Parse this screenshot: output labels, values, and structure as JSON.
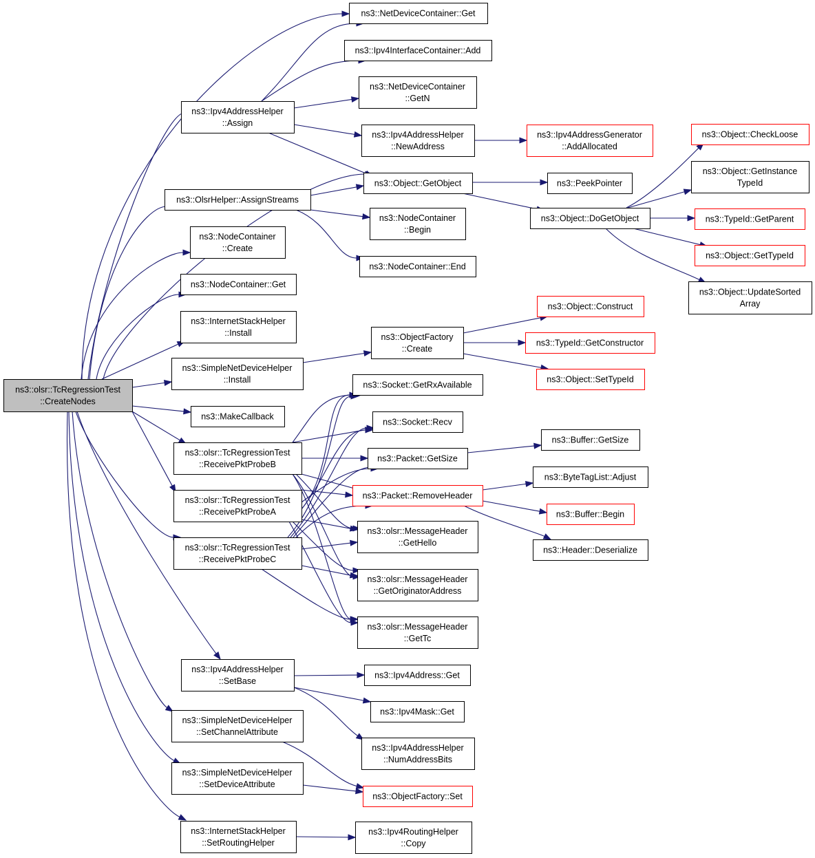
{
  "colors": {
    "edge": "#191970",
    "node_border": "#000000",
    "truncated_node_border": "#ff0000",
    "root_fill": "#bfbfbf",
    "background": "#ffffff"
  },
  "nodes": [
    {
      "id": "root",
      "lines": [
        "ns3::olsr::TcRegressionTest",
        "::CreateNodes"
      ],
      "style": "root"
    },
    {
      "id": "ndc_get",
      "lines": [
        "ns3::NetDeviceContainer::Get"
      ]
    },
    {
      "id": "v4ic_add",
      "lines": [
        "ns3::Ipv4InterfaceContainer::Add"
      ]
    },
    {
      "id": "ndc_getn",
      "lines": [
        "ns3::NetDeviceContainer",
        "::GetN"
      ]
    },
    {
      "id": "v4ah_assign",
      "lines": [
        "ns3::Ipv4AddressHelper",
        "::Assign"
      ]
    },
    {
      "id": "v4ah_newaddr",
      "lines": [
        "ns3::Ipv4AddressHelper",
        "::NewAddress"
      ]
    },
    {
      "id": "v4ag_addalloc",
      "lines": [
        "ns3::Ipv4AddressGenerator",
        "::AddAllocated"
      ],
      "style": "trunc"
    },
    {
      "id": "obj_getobject",
      "lines": [
        "ns3::Object::GetObject"
      ]
    },
    {
      "id": "peekpointer",
      "lines": [
        "ns3::PeekPointer"
      ]
    },
    {
      "id": "olsr_assignstreams",
      "lines": [
        "ns3::OlsrHelper::AssignStreams"
      ]
    },
    {
      "id": "nc_begin",
      "lines": [
        "ns3::NodeContainer",
        "::Begin"
      ]
    },
    {
      "id": "nc_end",
      "lines": [
        "ns3::NodeContainer::End"
      ]
    },
    {
      "id": "obj_dogetobject",
      "lines": [
        "ns3::Object::DoGetObject"
      ]
    },
    {
      "id": "obj_checkloose",
      "lines": [
        "ns3::Object::CheckLoose"
      ],
      "style": "trunc"
    },
    {
      "id": "obj_getinstancetypeid",
      "lines": [
        "ns3::Object::GetInstance",
        "TypeId"
      ]
    },
    {
      "id": "typeid_getparent",
      "lines": [
        "ns3::TypeId::GetParent"
      ],
      "style": "trunc"
    },
    {
      "id": "obj_gettypeid",
      "lines": [
        "ns3::Object::GetTypeId"
      ],
      "style": "trunc"
    },
    {
      "id": "obj_updatesortedarray",
      "lines": [
        "ns3::Object::UpdateSorted",
        "Array"
      ]
    },
    {
      "id": "nc_create",
      "lines": [
        "ns3::NodeContainer",
        "::Create"
      ]
    },
    {
      "id": "nc_get",
      "lines": [
        "ns3::NodeContainer::Get"
      ]
    },
    {
      "id": "ish_install",
      "lines": [
        "ns3::InternetStackHelper",
        "::Install"
      ]
    },
    {
      "id": "of_create",
      "lines": [
        "ns3::ObjectFactory",
        "::Create"
      ]
    },
    {
      "id": "obj_construct",
      "lines": [
        "ns3::Object::Construct"
      ],
      "style": "trunc"
    },
    {
      "id": "snd_install",
      "lines": [
        "ns3::SimpleNetDeviceHelper",
        "::Install"
      ]
    },
    {
      "id": "typeid_getconstructor",
      "lines": [
        "ns3::TypeId::GetConstructor"
      ],
      "style": "trunc"
    },
    {
      "id": "obj_settypeid",
      "lines": [
        "ns3::Object::SetTypeId"
      ],
      "style": "trunc"
    },
    {
      "id": "sock_getrxavailable",
      "lines": [
        "ns3::Socket::GetRxAvailable"
      ]
    },
    {
      "id": "makecallback",
      "lines": [
        "ns3::MakeCallback"
      ]
    },
    {
      "id": "sock_recv",
      "lines": [
        "ns3::Socket::Recv"
      ]
    },
    {
      "id": "buffer_getsize",
      "lines": [
        "ns3::Buffer::GetSize"
      ]
    },
    {
      "id": "recv_b",
      "lines": [
        "ns3::olsr::TcRegressionTest",
        "::ReceivePktProbeB"
      ]
    },
    {
      "id": "packet_getsize",
      "lines": [
        "ns3::Packet::GetSize"
      ]
    },
    {
      "id": "btl_adjust",
      "lines": [
        "ns3::ByteTagList::Adjust"
      ]
    },
    {
      "id": "packet_removeheader",
      "lines": [
        "ns3::Packet::RemoveHeader"
      ],
      "style": "trunc"
    },
    {
      "id": "recv_a",
      "lines": [
        "ns3::olsr::TcRegressionTest",
        "::ReceivePktProbeA"
      ]
    },
    {
      "id": "buffer_begin",
      "lines": [
        "ns3::Buffer::Begin"
      ],
      "style": "trunc"
    },
    {
      "id": "mh_gethello",
      "lines": [
        "ns3::olsr::MessageHeader",
        "::GetHello"
      ]
    },
    {
      "id": "recv_c",
      "lines": [
        "ns3::olsr::TcRegressionTest",
        "::ReceivePktProbeC"
      ]
    },
    {
      "id": "header_deserialize",
      "lines": [
        "ns3::Header::Deserialize"
      ]
    },
    {
      "id": "mh_getorig",
      "lines": [
        "ns3::olsr::MessageHeader",
        "::GetOriginatorAddress"
      ]
    },
    {
      "id": "mh_gettc",
      "lines": [
        "ns3::olsr::MessageHeader",
        "::GetTc"
      ]
    },
    {
      "id": "v4ah_setbase",
      "lines": [
        "ns3::Ipv4AddressHelper",
        "::SetBase"
      ]
    },
    {
      "id": "v4addr_get",
      "lines": [
        "ns3::Ipv4Address::Get"
      ]
    },
    {
      "id": "v4mask_get",
      "lines": [
        "ns3::Ipv4Mask::Get"
      ]
    },
    {
      "id": "snd_setchannelattr",
      "lines": [
        "ns3::SimpleNetDeviceHelper",
        "::SetChannelAttribute"
      ]
    },
    {
      "id": "v4ah_numaddrbits",
      "lines": [
        "ns3::Ipv4AddressHelper",
        "::NumAddressBits"
      ]
    },
    {
      "id": "snd_setdeviceattr",
      "lines": [
        "ns3::SimpleNetDeviceHelper",
        "::SetDeviceAttribute"
      ]
    },
    {
      "id": "of_set",
      "lines": [
        "ns3::ObjectFactory::Set"
      ],
      "style": "trunc"
    },
    {
      "id": "ish_setroutinghelper",
      "lines": [
        "ns3::InternetStackHelper",
        "::SetRoutingHelper"
      ]
    },
    {
      "id": "v4rh_copy",
      "lines": [
        "ns3::Ipv4RoutingHelper",
        "::Copy"
      ]
    }
  ],
  "edges": [
    [
      "root",
      "ndc_get"
    ],
    [
      "root",
      "v4ah_assign"
    ],
    [
      "root",
      "obj_getobject"
    ],
    [
      "root",
      "olsr_assignstreams"
    ],
    [
      "root",
      "nc_create"
    ],
    [
      "root",
      "nc_get"
    ],
    [
      "root",
      "ish_install"
    ],
    [
      "root",
      "snd_install"
    ],
    [
      "root",
      "makecallback"
    ],
    [
      "root",
      "recv_b"
    ],
    [
      "root",
      "recv_a"
    ],
    [
      "root",
      "recv_c"
    ],
    [
      "root",
      "v4ah_setbase"
    ],
    [
      "root",
      "snd_setchannelattr"
    ],
    [
      "root",
      "snd_setdeviceattr"
    ],
    [
      "root",
      "ish_setroutinghelper"
    ],
    [
      "v4ah_assign",
      "ndc_get"
    ],
    [
      "v4ah_assign",
      "v4ic_add"
    ],
    [
      "v4ah_assign",
      "ndc_getn"
    ],
    [
      "v4ah_assign",
      "v4ah_newaddr"
    ],
    [
      "v4ah_assign",
      "obj_getobject"
    ],
    [
      "v4ah_newaddr",
      "v4ag_addalloc"
    ],
    [
      "obj_getobject",
      "peekpointer"
    ],
    [
      "obj_getobject",
      "obj_dogetobject"
    ],
    [
      "olsr_assignstreams",
      "obj_getobject"
    ],
    [
      "olsr_assignstreams",
      "nc_begin"
    ],
    [
      "olsr_assignstreams",
      "nc_end"
    ],
    [
      "obj_dogetobject",
      "obj_checkloose"
    ],
    [
      "obj_dogetobject",
      "obj_getinstancetypeid"
    ],
    [
      "obj_dogetobject",
      "typeid_getparent"
    ],
    [
      "obj_dogetobject",
      "obj_gettypeid"
    ],
    [
      "obj_dogetobject",
      "obj_updatesortedarray"
    ],
    [
      "snd_install",
      "of_create"
    ],
    [
      "of_create",
      "obj_construct"
    ],
    [
      "of_create",
      "typeid_getconstructor"
    ],
    [
      "of_create",
      "obj_settypeid"
    ],
    [
      "recv_b",
      "sock_getrxavailable"
    ],
    [
      "recv_b",
      "sock_recv"
    ],
    [
      "recv_b",
      "packet_getsize"
    ],
    [
      "recv_b",
      "packet_removeheader"
    ],
    [
      "recv_b",
      "mh_gethello"
    ],
    [
      "recv_b",
      "mh_getorig"
    ],
    [
      "recv_b",
      "mh_gettc"
    ],
    [
      "recv_a",
      "sock_getrxavailable"
    ],
    [
      "recv_a",
      "sock_recv"
    ],
    [
      "recv_a",
      "packet_getsize"
    ],
    [
      "recv_a",
      "packet_removeheader"
    ],
    [
      "recv_a",
      "mh_gethello"
    ],
    [
      "recv_a",
      "mh_getorig"
    ],
    [
      "recv_a",
      "mh_gettc"
    ],
    [
      "recv_c",
      "sock_getrxavailable"
    ],
    [
      "recv_c",
      "sock_recv"
    ],
    [
      "recv_c",
      "packet_getsize"
    ],
    [
      "recv_c",
      "packet_removeheader"
    ],
    [
      "recv_c",
      "mh_gethello"
    ],
    [
      "recv_c",
      "mh_getorig"
    ],
    [
      "recv_c",
      "mh_gettc"
    ],
    [
      "packet_getsize",
      "buffer_getsize"
    ],
    [
      "packet_removeheader",
      "btl_adjust"
    ],
    [
      "packet_removeheader",
      "buffer_begin"
    ],
    [
      "packet_removeheader",
      "header_deserialize"
    ],
    [
      "v4ah_setbase",
      "v4addr_get"
    ],
    [
      "v4ah_setbase",
      "v4mask_get"
    ],
    [
      "v4ah_setbase",
      "v4ah_numaddrbits"
    ],
    [
      "snd_setchannelattr",
      "of_set"
    ],
    [
      "snd_setdeviceattr",
      "of_set"
    ],
    [
      "ish_setroutinghelper",
      "v4rh_copy"
    ]
  ]
}
